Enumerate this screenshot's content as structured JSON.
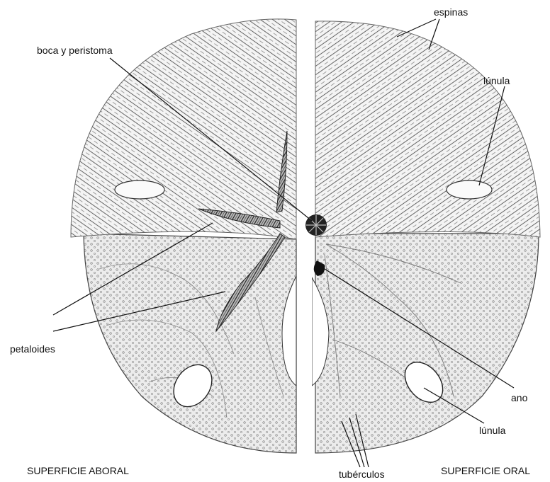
{
  "figure": {
    "labels": {
      "spines": "espinas",
      "mouth": "boca y peristoma",
      "lunule_top": "lúnula",
      "petaloids": "petaloides",
      "anus": "ano",
      "lunule_bottom": "lúnula",
      "tubercles": "tubérculos"
    },
    "captions": {
      "aboral": "SUPERFICIE ABORAL",
      "oral": "SUPERFICIE ORAL"
    },
    "colors": {
      "ink": "#111111",
      "spine": "#333333",
      "test": "#e9e9e9",
      "paper": "#ffffff"
    }
  }
}
